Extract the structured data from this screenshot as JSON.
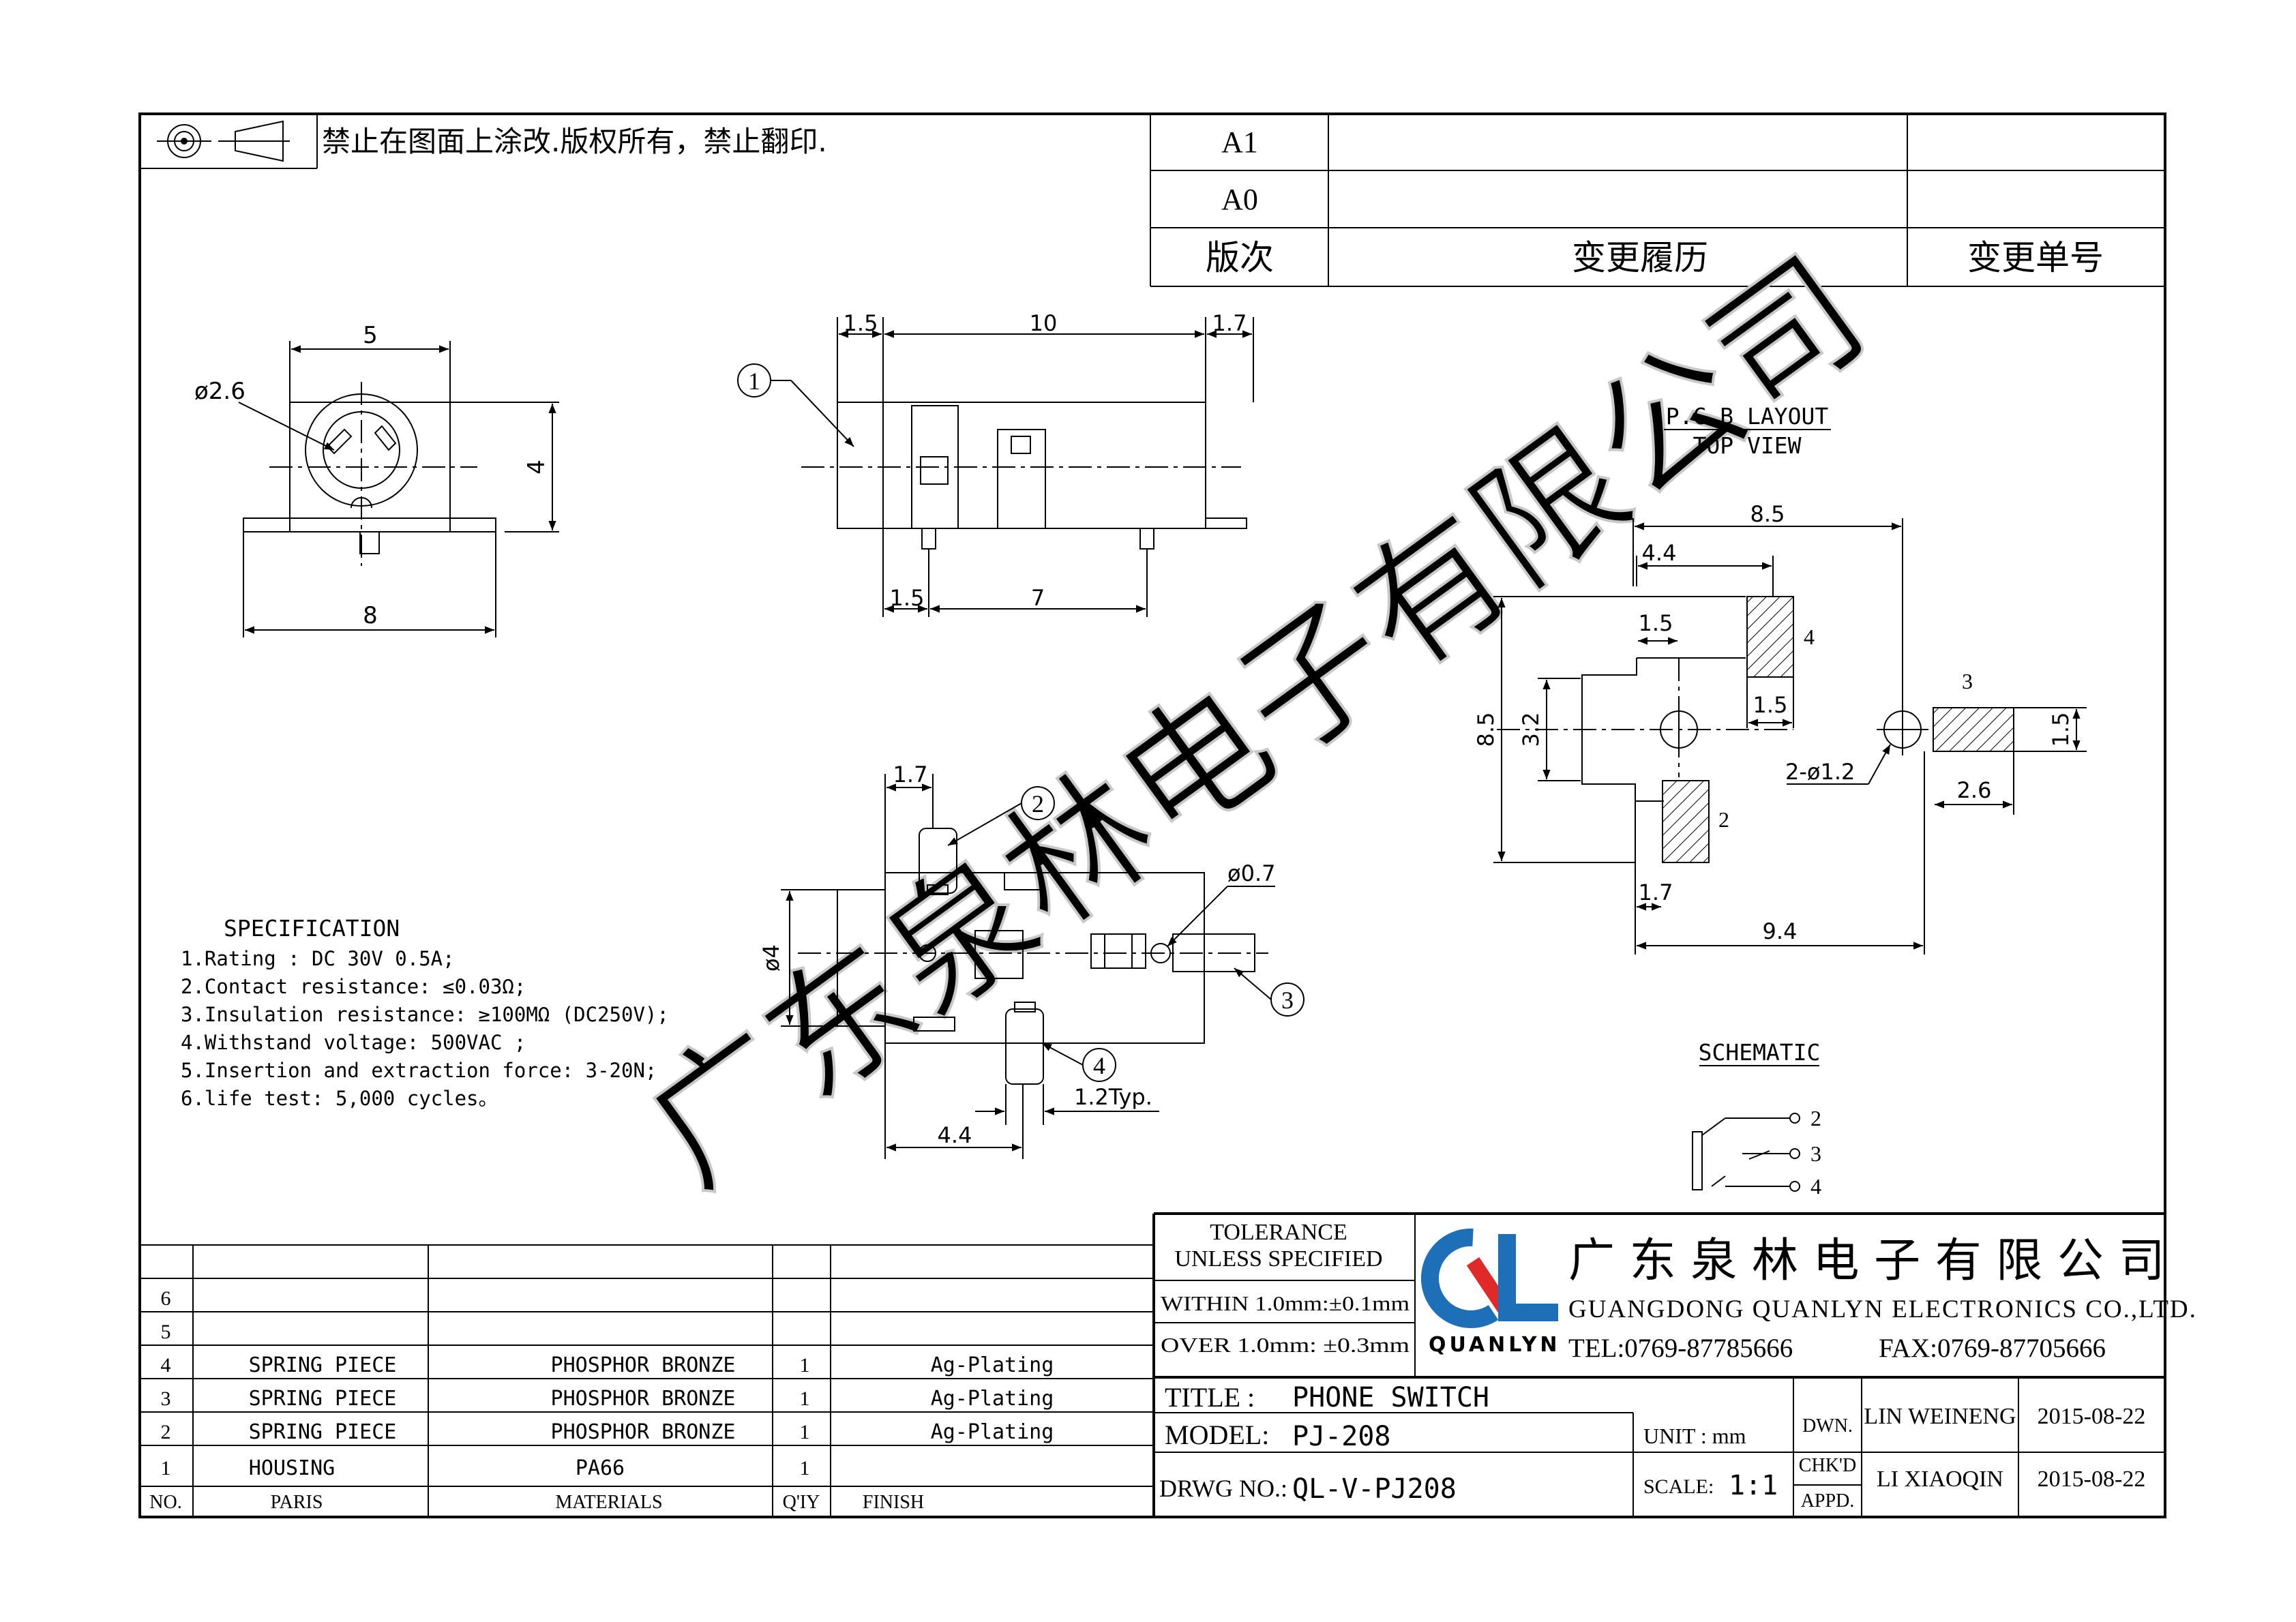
{
  "header": {
    "notice": "禁止在图面上涂改.版权所有，禁止翻印.",
    "rev_rows": [
      "A1",
      "A0"
    ],
    "rev_col": "版次",
    "history_col": "变更履历",
    "change_no_col": "变更单号"
  },
  "views": {
    "front": {
      "width": "5",
      "base": "8",
      "height": "4",
      "hole": "ø2.6"
    },
    "side": {
      "left": "1.5",
      "length": "10",
      "right": "1.7",
      "pin_off": "1.5",
      "pin_pitch": "7",
      "callout": "1"
    },
    "bottom": {
      "top_w": "1.7",
      "dia": "ø4",
      "small_dia": "ø0.7",
      "bottom_w": "4.4",
      "typ": "1.2Typ.",
      "callouts": [
        "2",
        "3",
        "4"
      ]
    }
  },
  "pcb": {
    "title1": "P.C.B LAYOUT",
    "title2": "TOP VIEW",
    "dims": {
      "total_w": "8.5",
      "w44": "4.4",
      "w15a": "1.5",
      "w15b": "1.5",
      "h85": "8.5",
      "h32": "3.2",
      "hole": "2-ø1.2",
      "w26": "2.6",
      "h15": "1.5",
      "w17": "1.7",
      "w94": "9.4"
    },
    "pins": [
      "4",
      "3",
      "2"
    ]
  },
  "schematic": {
    "title": "SCHEMATIC",
    "pins": [
      "2",
      "3",
      "4"
    ]
  },
  "spec": {
    "title": "SPECIFICATION",
    "items": [
      "1.Rating : DC 30V 0.5A;",
      "2.Contact resistance: ≤0.03Ω;",
      "3.Insulation resistance: ≥100MΩ (DC250V);",
      "4.Withstand voltage: 500VAC ;",
      "5.Insertion and extraction force: 3-20N;",
      "6.life test: 5,000 cycles。"
    ]
  },
  "watermark": "广东泉林电子有限公司",
  "bom": {
    "headers": [
      "NO.",
      "PARIS",
      "MATERIALS",
      "Q'IY",
      "FINISH"
    ],
    "rows": [
      [
        "6",
        "",
        "",
        "",
        ""
      ],
      [
        "5",
        "",
        "",
        "",
        ""
      ],
      [
        "4",
        "SPRING PIECE",
        "PHOSPHOR BRONZE",
        "1",
        "Ag-Plating"
      ],
      [
        "3",
        "SPRING PIECE",
        "PHOSPHOR BRONZE",
        "1",
        "Ag-Plating"
      ],
      [
        "2",
        "SPRING PIECE",
        "PHOSPHOR BRONZE",
        "1",
        "Ag-Plating"
      ],
      [
        "1",
        "HOUSING",
        "PA66",
        "1",
        ""
      ]
    ]
  },
  "title_block": {
    "tol1": "TOLERANCE",
    "tol2": "UNLESS SPECIFIED",
    "within": "WITHIN 1.0mm:±0.1mm",
    "over": "OVER 1.0mm:  ±0.3mm",
    "logo_text": "QUANLYN",
    "company_cn": "广 东 泉 林 电 子 有 限 公 司",
    "company_en": "GUANGDONG QUANLYN ELECTRONICS CO.,LTD.",
    "tel": "TEL:0769-87785666",
    "fax": "FAX:0769-87705666",
    "title_label": "TITLE :",
    "title_value": "PHONE SWITCH",
    "model_label": "MODEL:",
    "model_value": "PJ-208",
    "drwg_label": "DRWG NO.:",
    "drwg_value": "QL-V-PJ208",
    "unit": "UNIT : mm",
    "scale_label": "SCALE:",
    "scale_value": "1:1",
    "dwn": "DWN.",
    "chk": "CHK'D",
    "appd": "APPD.",
    "drawn_by": "LIN WEINENG",
    "checked_by": "LI XIAOQIN",
    "date1": "2015-08-22",
    "date2": "2015-08-22",
    "colors": {
      "logo_blue": "#1d6fb8",
      "logo_red": "#e02a2a"
    }
  }
}
